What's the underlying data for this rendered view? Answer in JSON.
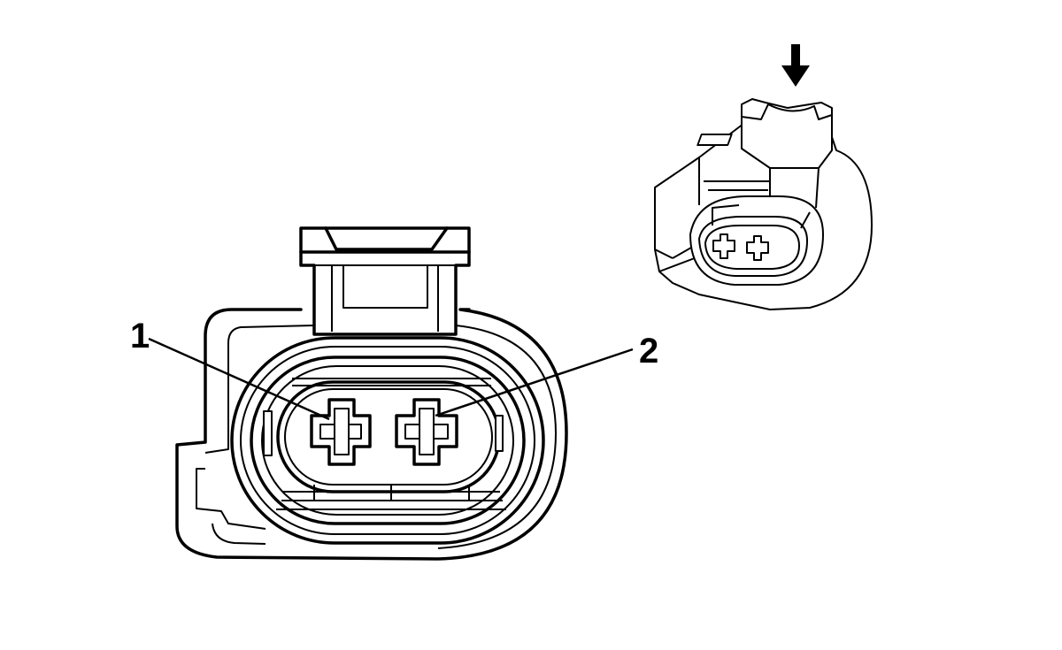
{
  "diagram": {
    "pins": [
      {
        "id": 1,
        "label": "1"
      },
      {
        "id": 2,
        "label": "2"
      }
    ],
    "icons": {
      "insertion_arrow": "down-arrow-icon"
    },
    "colors": {
      "line": "#000000",
      "background": "#ffffff"
    }
  }
}
